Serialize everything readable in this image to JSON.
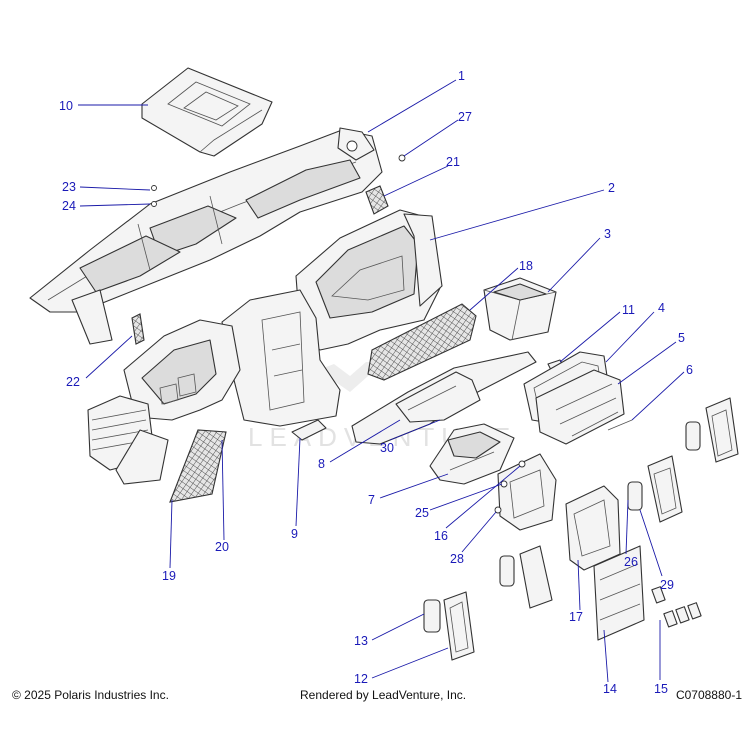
{
  "diagram": {
    "drawing_number": "C0708880-1",
    "copyright": "© 2025 Polaris Industries Inc.",
    "rendered_by": "Rendered by LeadVenture, Inc.",
    "watermark": "LEADVENTURE",
    "callout_color": "#1a1ab8",
    "callouts": [
      "1",
      "2",
      "3",
      "4",
      "5",
      "6",
      "7",
      "8",
      "9",
      "10",
      "11",
      "12",
      "13",
      "14",
      "15",
      "16",
      "17",
      "18",
      "19",
      "20",
      "21",
      "22",
      "23",
      "24",
      "25",
      "26",
      "27",
      "28",
      "29",
      "30"
    ]
  }
}
